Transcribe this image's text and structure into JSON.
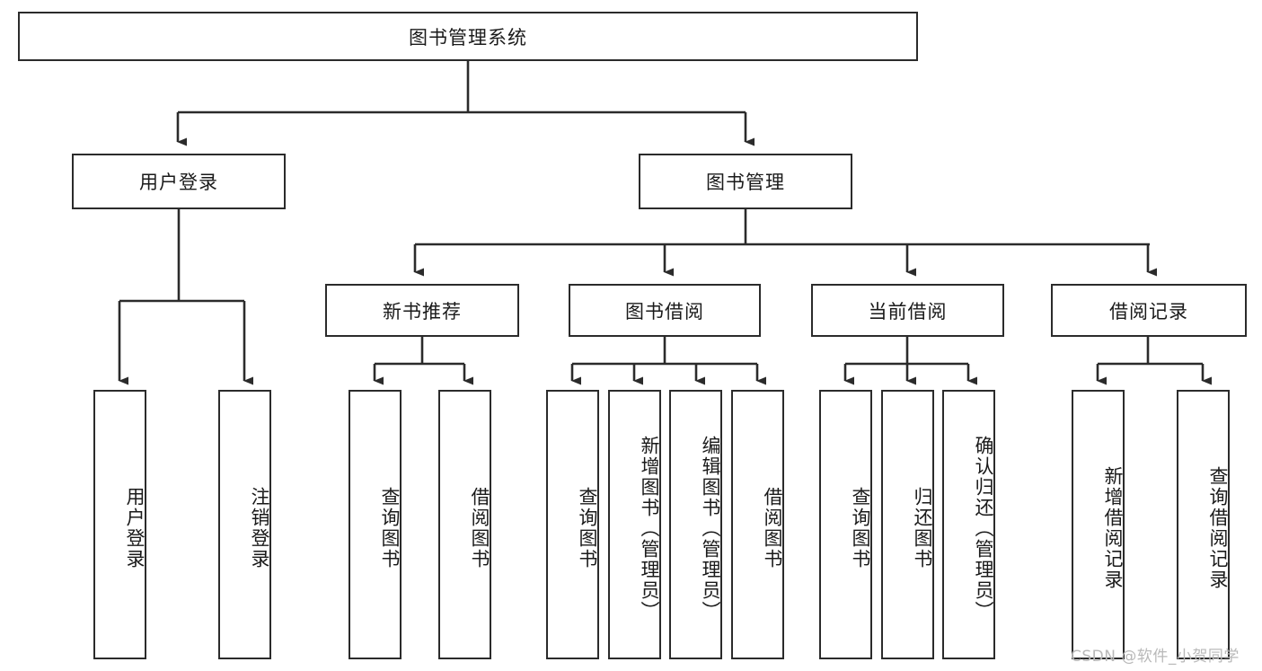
{
  "diagram": {
    "type": "hierarchy-tree",
    "title_node": {
      "label": "图书管理系统"
    },
    "level2": [
      {
        "id": "user-login",
        "label": "用户登录"
      },
      {
        "id": "book-management",
        "label": "图书管理"
      }
    ],
    "level3": [
      {
        "id": "new-book-recommend",
        "label": "新书推荐"
      },
      {
        "id": "book-borrow",
        "label": "图书借阅"
      },
      {
        "id": "current-borrow",
        "label": "当前借阅"
      },
      {
        "id": "borrow-record",
        "label": "借阅记录"
      }
    ],
    "leaves": {
      "user_login": [
        {
          "id": "leaf-user-login",
          "label": "用户登录"
        },
        {
          "id": "leaf-logout",
          "label": "注销登录"
        }
      ],
      "new_book_recommend": [
        {
          "id": "leaf-query-book-1",
          "label": "查询图书"
        },
        {
          "id": "leaf-borrow-book-1",
          "label": "借阅图书"
        }
      ],
      "book_borrow": [
        {
          "id": "leaf-query-book-2",
          "label": "查询图书"
        },
        {
          "id": "leaf-add-book",
          "label": "新增图书（管理员）"
        },
        {
          "id": "leaf-edit-book",
          "label": "编辑图书（管理员）"
        },
        {
          "id": "leaf-borrow-book-2",
          "label": "借阅图书"
        }
      ],
      "current_borrow": [
        {
          "id": "leaf-query-book-3",
          "label": "查询图书"
        },
        {
          "id": "leaf-return-book",
          "label": "归还图书"
        },
        {
          "id": "leaf-confirm-return",
          "label": "确认归还（管理员）"
        }
      ],
      "borrow_record": [
        {
          "id": "leaf-add-record",
          "label": "新增借阅记录"
        },
        {
          "id": "leaf-query-record",
          "label": "查询借阅记录"
        }
      ]
    },
    "watermark": {
      "text": "CSDN @软件_小贺同学"
    },
    "colors": {
      "stroke": "#2b2b2b",
      "fill": "#ffffff",
      "text": "#1a1a1a",
      "watermark": "#b9b9b9"
    }
  }
}
